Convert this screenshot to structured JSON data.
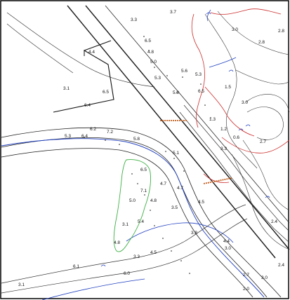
{
  "map": {
    "colors": {
      "contour": "#2b2b2b",
      "boundary": "#1a1a1a",
      "blue": "#1f3fbf",
      "red": "#cc2a2a",
      "green": "#3cb043",
      "frame": "#000000"
    },
    "labels": {
      "l01": "3.7",
      "l02": "3.3",
      "l03": "3.0",
      "l04": "2.8",
      "l05": "2.8",
      "l06": "6.5",
      "l07": "4.8",
      "l08": "4.4",
      "l09": "5.0",
      "l10": "3.1",
      "l11": "6.5",
      "l12": "6.4",
      "l13": "5.6",
      "l14": "5.3",
      "l15": "5.3",
      "l16": "6.5",
      "l17": "5.8",
      "l18": "1.5",
      "l19": "1.3",
      "l20": "1.2",
      "l21": "0.6",
      "l22": "3.0",
      "l23": "2.7",
      "l24": "3.3",
      "l25": "2.4",
      "l26": "7.2",
      "l27": "6.2",
      "l28": "5.8",
      "l29": "5.3",
      "l30": "6.4",
      "l31": "5.1",
      "l32": "4.7",
      "l33": "4.5",
      "l34": "6.5",
      "l35": "7.1",
      "l36": "5.0",
      "l37": "4.8",
      "l38": "3.1",
      "l39": "5.4",
      "l40": "4.7",
      "l41": "3.5",
      "l42": "4.4",
      "l43": "3.0",
      "l44": "2.7",
      "l45": "3.8",
      "l46": "4.5",
      "l47": "3.3",
      "l48": "2.0",
      "l49": "2.4",
      "l50": "3.0",
      "l51": "3.1",
      "l52": "6.1",
      "l53": "6.0",
      "l54": "4.8"
    }
  }
}
